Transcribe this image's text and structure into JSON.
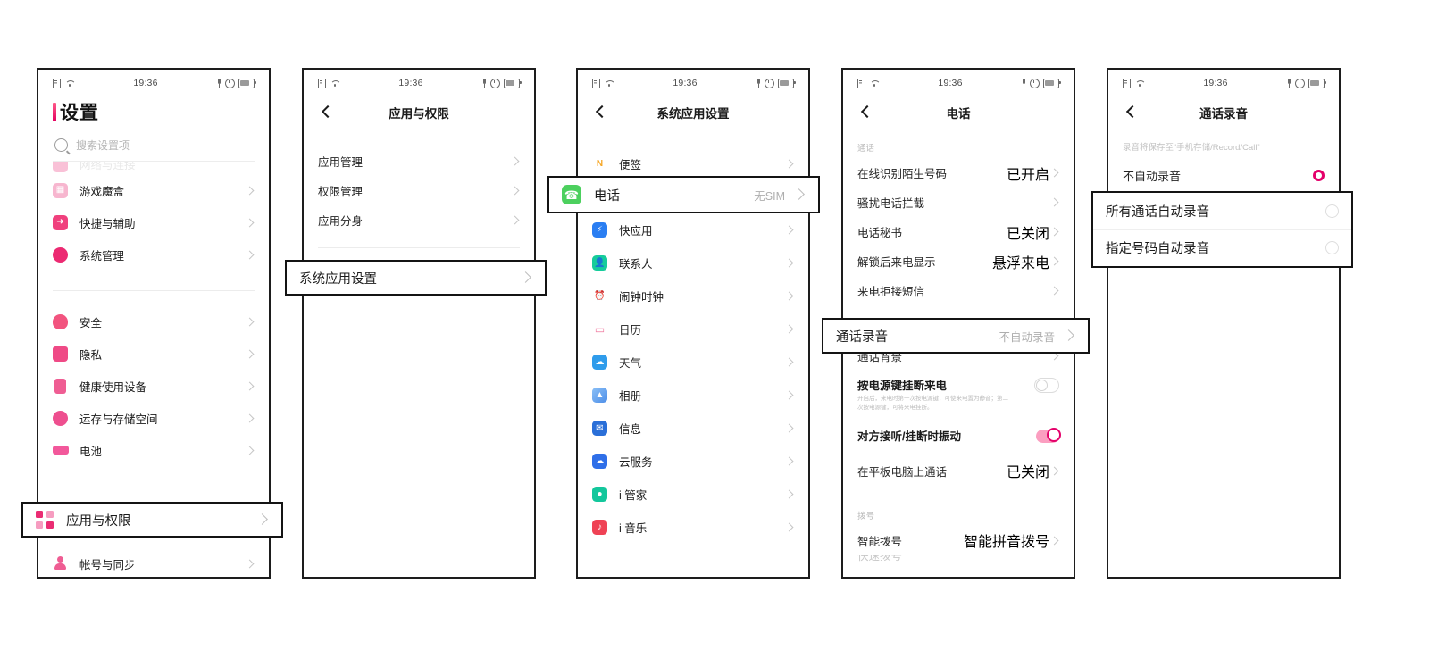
{
  "meta": {
    "time": "19:36"
  },
  "colors": {
    "accent": "#e4006a",
    "chevron": "#c6c6c6",
    "value_text": "#bdbdbd"
  },
  "screens": [
    {
      "id": "settings-home",
      "nav": {
        "type": "bigtitle",
        "title": "设置"
      },
      "search": {
        "placeholder": "搜索设置项"
      },
      "groups": [
        {
          "items": [
            {
              "label": "游戏魔盒",
              "icon": "game-box-icon",
              "icon_color": "#f06292",
              "glyph": "▦"
            },
            {
              "label": "快捷与辅助",
              "icon": "shortcut-assist-icon",
              "icon_color": "#f0407d",
              "glyph": "➜"
            },
            {
              "label": "系统管理",
              "icon": "system-manage-icon",
              "icon_color": "#ec2a72",
              "glyph": "✦"
            }
          ]
        },
        {
          "items": [
            {
              "label": "安全",
              "icon": "security-shield-icon",
              "icon_color": "#f2547f",
              "glyph": "🛡"
            },
            {
              "label": "隐私",
              "icon": "privacy-lock-icon",
              "icon_color": "#ef4a86",
              "glyph": "🔒"
            },
            {
              "label": "健康使用设备",
              "icon": "digital-wellbeing-icon",
              "icon_color": "#ef5d93",
              "glyph": "▮"
            },
            {
              "label": "运存与存储空间",
              "icon": "storage-icon",
              "icon_color": "#ee4f8f",
              "glyph": "◕"
            },
            {
              "label": "电池",
              "icon": "battery-icon",
              "icon_color": "#f2589b",
              "glyph": "▬"
            }
          ]
        },
        {
          "items": [
            {
              "label": "应用与权限",
              "icon": "apps-permissions-icon",
              "icon_color": "#ea2c73",
              "glyph": "▪"
            },
            {
              "label": "帐号与同步",
              "icon": "account-sync-icon",
              "icon_color": "#ef5d93",
              "glyph": "👤"
            }
          ]
        }
      ]
    },
    {
      "id": "apps-permissions",
      "nav": {
        "type": "back",
        "title": "应用与权限"
      },
      "items": [
        {
          "label": "应用管理"
        },
        {
          "label": "权限管理"
        },
        {
          "label": "应用分身"
        },
        {
          "label": "系统应用设置"
        }
      ]
    },
    {
      "id": "system-app-settings",
      "nav": {
        "type": "back",
        "title": "系统应用设置"
      },
      "items": [
        {
          "label": "便签",
          "icon": "notes-icon",
          "icon_color": "#ffffff",
          "glyph": "N",
          "glyph_color": "#f6a623"
        },
        {
          "label": "电话",
          "value": "无SIM",
          "icon": "phone-icon",
          "icon_color": "#4cd05e",
          "glyph": "✆"
        },
        {
          "label": "快应用",
          "icon": "quick-app-icon",
          "icon_color": "#2a7ef2",
          "glyph": "⚡"
        },
        {
          "label": "联系人",
          "icon": "contacts-icon",
          "icon_color": "#16cc9b",
          "glyph": "👤"
        },
        {
          "label": "闹钟时钟",
          "icon": "clock-icon",
          "icon_color": "#ffffff",
          "glyph": "⏰",
          "glyph_color": "#ef4a6a"
        },
        {
          "label": "日历",
          "icon": "calendar-icon",
          "icon_color": "#ffffff",
          "glyph": "▭",
          "glyph_color": "#ef7aa0"
        },
        {
          "label": "天气",
          "icon": "weather-icon",
          "icon_color": "#2f9ceb",
          "glyph": "☁"
        },
        {
          "label": "相册",
          "icon": "gallery-icon",
          "icon_color": "#6aa9f0",
          "glyph": "▲"
        },
        {
          "label": "信息",
          "icon": "messages-icon",
          "icon_color": "#2a6fd8",
          "glyph": "✉"
        },
        {
          "label": "云服务",
          "icon": "cloud-service-icon",
          "icon_color": "#2f6fe8",
          "glyph": "☁"
        },
        {
          "label": "i 管家",
          "icon": "i-manager-icon",
          "icon_color": "#13c79c",
          "glyph": "◉"
        },
        {
          "label": "i 音乐",
          "icon": "i-music-icon",
          "icon_color": "#ef4255",
          "glyph": "♪"
        }
      ]
    },
    {
      "id": "phone-settings",
      "nav": {
        "type": "back",
        "title": "电话"
      },
      "caption_call": "通话",
      "caption_dial": "拨号",
      "items_call": [
        {
          "label": "在线识别陌生号码",
          "value": "已开启"
        },
        {
          "label": "骚扰电话拦截",
          "value": ""
        },
        {
          "label": "电话秘书",
          "value": "已关闭"
        },
        {
          "label": "解锁后来电显示",
          "value": "悬浮来电"
        },
        {
          "label": "来电拒接短信",
          "value": ""
        },
        {
          "label": "通话录音",
          "value": "不自动录音"
        },
        {
          "label": "通话背景",
          "value": ""
        }
      ],
      "power_hangup": {
        "title": "按电源键挂断来电",
        "sub": "开启后，来电时第一次按电源键，可使来电置为静音；第二次按电源键，可将来电挂断。",
        "state": "off"
      },
      "vibrate": {
        "title": "对方接听/挂断时振动",
        "state": "on"
      },
      "tablet_call": {
        "label": "在平板电脑上通话",
        "value": "已关闭"
      },
      "items_dial": [
        {
          "label": "智能拨号",
          "value": "智能拼音拨号"
        }
      ]
    },
    {
      "id": "call-recording",
      "nav": {
        "type": "back",
        "title": "通话录音"
      },
      "note": "录音将保存至“手机存储/Record/Call”",
      "options": [
        {
          "label": "不自动录音",
          "selected": true
        },
        {
          "label": "所有通话自动录音",
          "selected": false
        },
        {
          "label": "指定号码自动录音",
          "selected": false
        }
      ]
    }
  ],
  "callouts": [
    {
      "id": "callout-apps-permissions",
      "text": "应用与权限",
      "value": "",
      "icon": "apps-permissions-icon"
    },
    {
      "id": "callout-system-app-settings",
      "text": "系统应用设置",
      "value": "",
      "icon": ""
    },
    {
      "id": "callout-phone-app",
      "text": "电话",
      "value": "无SIM",
      "icon": "phone-icon"
    },
    {
      "id": "callout-call-recording",
      "text": "通话录音",
      "value": "不自动录音",
      "icon": ""
    },
    {
      "id": "callout-all-calls",
      "text": "所有通话自动录音",
      "value": "",
      "icon": ""
    },
    {
      "id": "callout-specific-number",
      "text": "指定号码自动录音",
      "value": "",
      "icon": ""
    }
  ]
}
